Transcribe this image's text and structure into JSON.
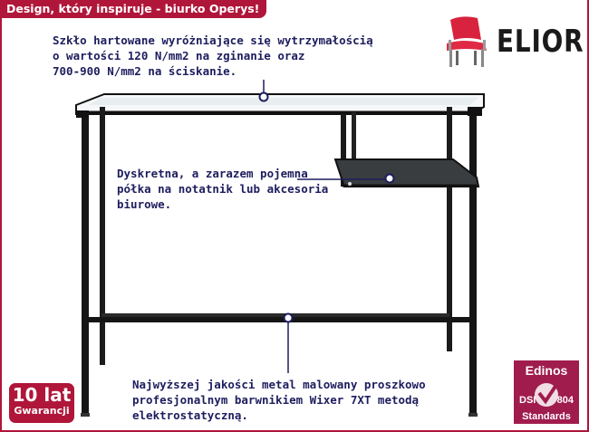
{
  "header": {
    "title": "Design, który inspiruje - biurko Operys!"
  },
  "brand": {
    "name": "ELIOR",
    "logo_icon": "chair-icon",
    "accent": "#b0163a"
  },
  "callouts": {
    "glass": [
      "Szkło hartowane wyróżniające się wytrzymałością",
      "o wartości 120 N/mm2 na zginanie oraz",
      "700-900 N/mm2 na ściskanie."
    ],
    "shelf": [
      "Dyskretna, a zarazem pojemna",
      "półka na notatnik lub akcesoria",
      "biurowe."
    ],
    "frame": [
      "Najwyższej jakości metal malowany proszkowo",
      "profesjonalnym barwnikiem Wixer 7XT  metodą",
      "elektrostatyczną."
    ]
  },
  "warranty": {
    "years": "10 lat",
    "label": "Gwarancji"
  },
  "certificate": {
    "brand": "Edinos",
    "dsi": "DSI",
    "number": "804",
    "standards": "Standards"
  }
}
